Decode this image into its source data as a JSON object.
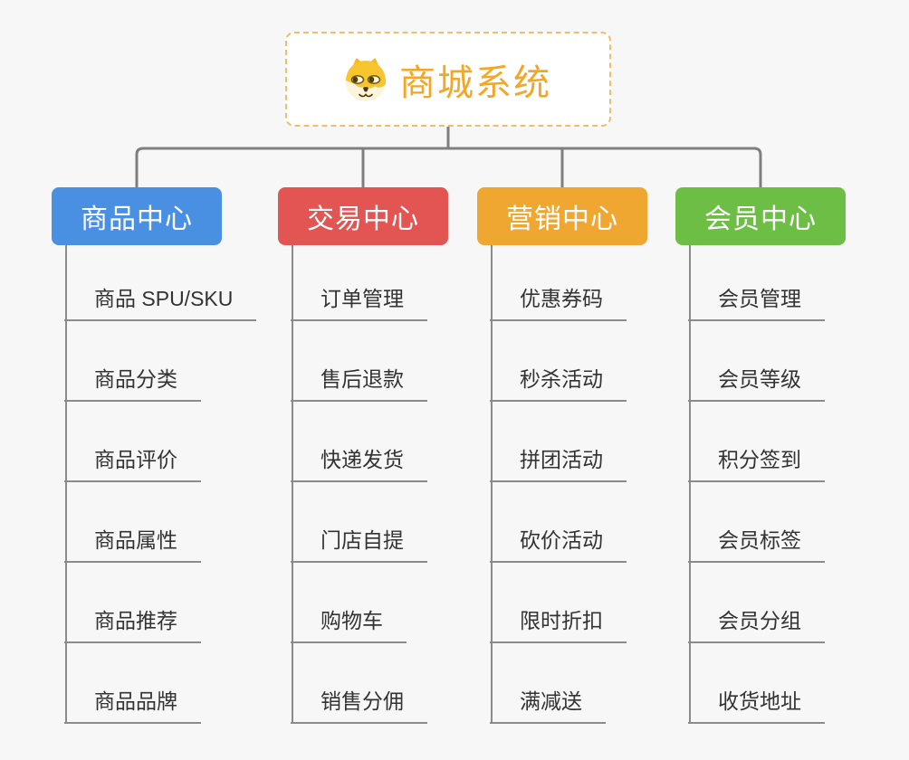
{
  "root": {
    "title": "商城系统",
    "icon": "shiba-dog-icon",
    "accent_color": "#f5a623",
    "border_color": "#f2bd6b"
  },
  "connector_color": "#7f7f7f",
  "underline_color": "#8b8b8b",
  "background_color": "#f7f7f7",
  "leaf_text_color": "#333333",
  "branches": [
    {
      "label": "商品中心",
      "color": "#4a90e2",
      "items": [
        "商品 SPU/SKU",
        "商品分类",
        "商品评价",
        "商品属性",
        "商品推荐",
        "商品品牌"
      ]
    },
    {
      "label": "交易中心",
      "color": "#e25552",
      "items": [
        "订单管理",
        "售后退款",
        "快递发货",
        "门店自提",
        "购物车",
        "销售分佣"
      ]
    },
    {
      "label": "营销中心",
      "color": "#f0a732",
      "items": [
        "优惠券码",
        "秒杀活动",
        "拼团活动",
        "砍价活动",
        "限时折扣",
        "满减送"
      ]
    },
    {
      "label": "会员中心",
      "color": "#6dbe45",
      "items": [
        "会员管理",
        "会员等级",
        "积分签到",
        "会员标签",
        "会员分组",
        "收货地址"
      ]
    }
  ]
}
